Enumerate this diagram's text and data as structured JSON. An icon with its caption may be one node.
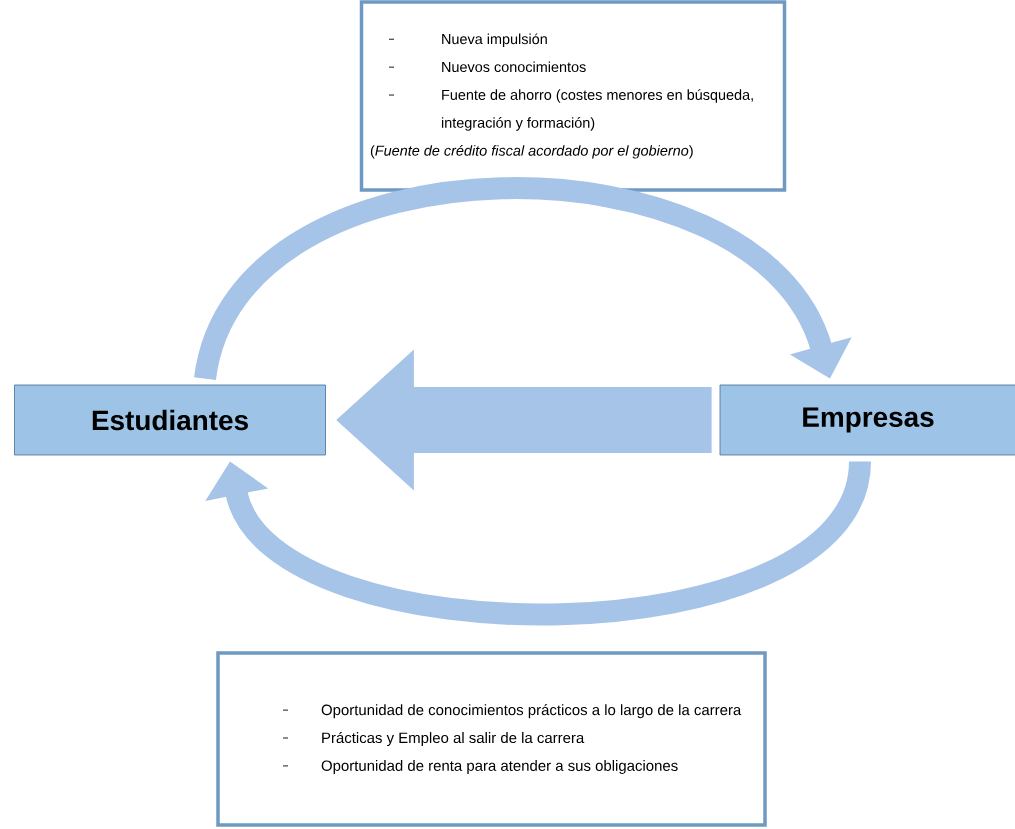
{
  "diagram": {
    "nodes": [
      {
        "text": [
          "Nueva impulsión",
          "Nuevos conocimientos",
          "Fuente de ahorro (costes menores en búsqueda, integración y formación)",
          "(*Fuente de crédito fiscal acordado por el gobierno*)"
        ]
      },
      {
        "text": [
          "Estudiantes"
        ]
      },
      {
        "text": [
          "Empresas"
        ]
      },
      {
        "text": [
          "Oportunidad de conocimientos prácticos a lo largo de la carrera",
          "Prácticas y Empleo al salir de la carrera",
          "Oportunidad de renta para atender a sus obligaciones"
        ]
      }
    ],
    "edges": [
      {
        "from": 1,
        "to": 2,
        "arrow": "to"
      },
      {
        "from": 2,
        "to": 1,
        "arrow": "to"
      },
      {
        "from": 2,
        "to": 1,
        "arrow": "to",
        "style": "thick"
      }
    ]
  }
}
